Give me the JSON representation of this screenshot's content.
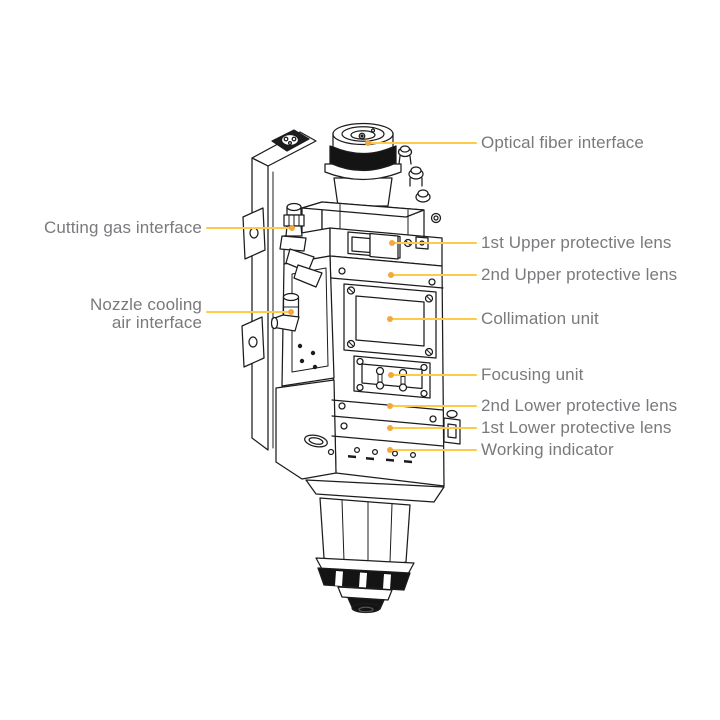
{
  "figure": {
    "subject": "Fiber laser cutting head annotated diagram",
    "background_color": "#ffffff",
    "label_text_color": "#7A7A7E",
    "leader_line_color": "#FFC94A",
    "leader_dot_color": "#F2A93C",
    "drawing_line_color": "#1C1C1E"
  },
  "labels": {
    "optical_fiber": "Optical fiber interface",
    "cutting_gas": "Cutting gas interface",
    "upper_lens_1": "1st Upper protective lens",
    "upper_lens_2": "2nd Upper protective lens",
    "nozzle_cooling_line1": "Nozzle cooling",
    "nozzle_cooling_line2": "air interface",
    "collimation": "Collimation unit",
    "focusing": "Focusing unit",
    "lower_lens_2": "2nd Lower protective lens",
    "lower_lens_1": "1st Lower protective lens",
    "working_indicator": "Working indicator"
  }
}
